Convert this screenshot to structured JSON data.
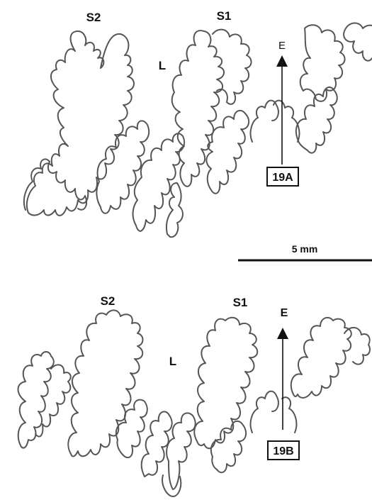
{
  "panel_a": {
    "saddle_2": "S2",
    "lobe": "L",
    "saddle_1": "S1",
    "arrow_label": "E",
    "figure_label": "19A"
  },
  "scale_bar": {
    "label": "5 mm"
  },
  "panel_b": {
    "saddle_2": "S2",
    "lobe": "L",
    "saddle_1": "S1",
    "arrow_label": "E",
    "figure_label": "19B"
  },
  "colors": {
    "line": "#555555",
    "text": "#111111",
    "background": "#ffffff"
  }
}
